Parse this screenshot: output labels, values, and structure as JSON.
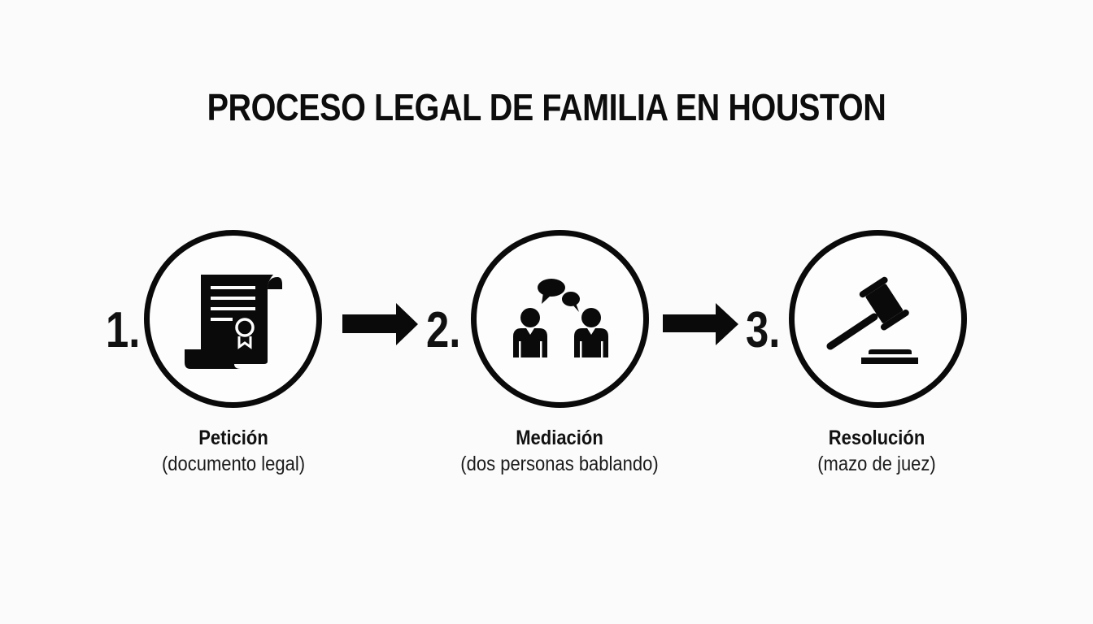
{
  "title": "PROCESO LEGAL DE FAMILIA EN HOUSTON",
  "colors": {
    "background": "#fbfbfb",
    "foreground": "#0a0a0a"
  },
  "steps": [
    {
      "number": "1.",
      "icon": "legal-document-scroll-icon",
      "label": "Petición",
      "sublabel": "(documento legal)"
    },
    {
      "number": "2.",
      "icon": "two-people-talking-icon",
      "label": "Mediación",
      "sublabel": "(dos personas bablando)"
    },
    {
      "number": "3.",
      "icon": "judge-gavel-icon",
      "label": "Resolución",
      "sublabel": "(mazo de juez)"
    }
  ],
  "connectors": [
    {
      "icon": "arrow-right-icon",
      "from": "1",
      "to": "2"
    },
    {
      "icon": "arrow-right-icon",
      "from": "2",
      "to": "3"
    }
  ]
}
